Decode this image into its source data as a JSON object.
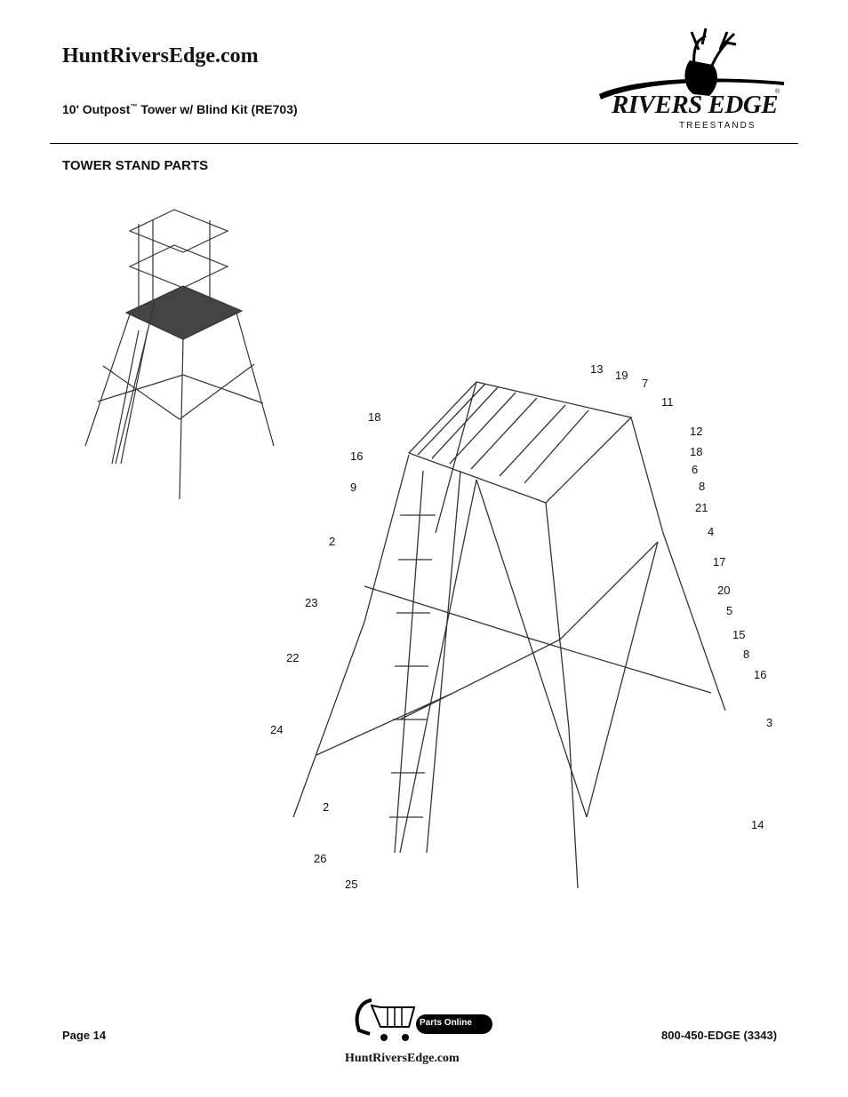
{
  "header": {
    "site_title": "HuntRiversEdge.com",
    "product_name": "10' Outpost",
    "trademark": "™",
    "product_suffix": "Tower w/ Blind Kit (RE703)"
  },
  "logo": {
    "wordmark": "RIVERS EDGE",
    "registered": "®",
    "tagline": "TREESTANDS"
  },
  "section": {
    "title": "TOWER STAND PARTS"
  },
  "callouts": [
    "13",
    "19",
    "7",
    "11",
    "18",
    "12",
    "18",
    "16",
    "6",
    "9",
    "8",
    "21",
    "2",
    "4",
    "17",
    "23",
    "20",
    "5",
    "22",
    "15",
    "8",
    "16",
    "24",
    "3",
    "2",
    "14",
    "26",
    "25"
  ],
  "footer": {
    "page": "Page 14",
    "phone": "800-450-EDGE (3343)",
    "parts_label": "Parts Online",
    "url": "HuntRiversEdge.com"
  }
}
